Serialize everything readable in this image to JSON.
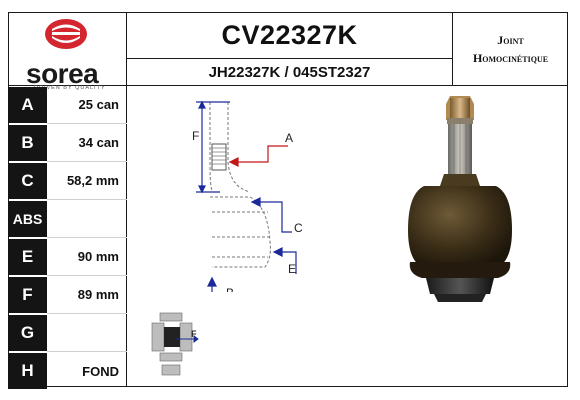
{
  "brand": {
    "name": "sorea",
    "tagline": "DRIVEN BY QUALITY",
    "color": "#d3262f"
  },
  "header": {
    "part_number": "CV22327K",
    "cross_refs": "JH22327K / 045ST2327",
    "type_line1": "Joint",
    "type_line2": "Homocinétique"
  },
  "specs": [
    {
      "label": "A",
      "value": "25 can"
    },
    {
      "label": "B",
      "value": "34 can"
    },
    {
      "label": "C",
      "value": "58,2 mm"
    },
    {
      "label": "ABS",
      "value": ""
    },
    {
      "label": "E",
      "value": "90 mm"
    },
    {
      "label": "F",
      "value": "89 mm"
    },
    {
      "label": "G",
      "value": ""
    },
    {
      "label": "H",
      "value": "FOND"
    }
  ],
  "diagram": {
    "labels": {
      "a": "A",
      "b": "B",
      "c": "C",
      "e": "E",
      "f": "F"
    },
    "arrow_color": "#c01818",
    "dim_color": "#1b2a9a"
  },
  "mini_diagram": {
    "label": "F"
  }
}
